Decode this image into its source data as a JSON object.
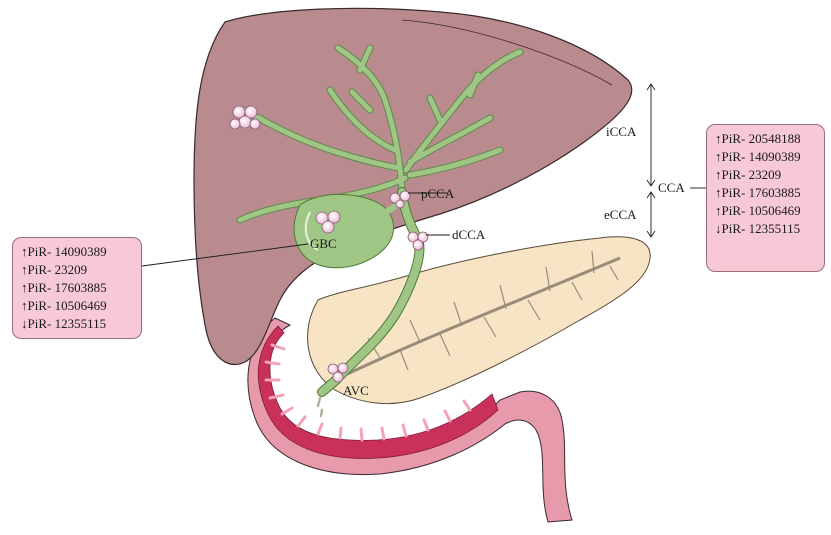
{
  "labels": {
    "icca": "iCCA",
    "cca": "CCA",
    "ecca": "eCCA",
    "pcca": "pCCA",
    "dcca": "dCCA",
    "gbc": "GBC",
    "avc": "AVC"
  },
  "left_box": {
    "rows": [
      {
        "arrow": "↑",
        "text": "PiR- 14090389"
      },
      {
        "arrow": "↑",
        "text": "PiR- 23209"
      },
      {
        "arrow": "↑",
        "text": "PiR- 17603885"
      },
      {
        "arrow": "↑",
        "text": "PiR- 10506469"
      },
      {
        "arrow": "↓",
        "text": "PiR- 12355115"
      }
    ]
  },
  "right_box": {
    "rows": [
      {
        "arrow": "↑",
        "text": "PiR- 20548188"
      },
      {
        "arrow": "↑",
        "text": "PiR- 14090389"
      },
      {
        "arrow": "↑",
        "text": "PiR- 23209"
      },
      {
        "arrow": "↑",
        "text": "PiR- 17603885"
      },
      {
        "arrow": "↑",
        "text": "PiR- 10506469"
      },
      {
        "arrow": "↓",
        "text": "PiR- 12355115"
      }
    ]
  },
  "colors": {
    "liver": "#b98a8e",
    "liver_outline": "#3a2a2c",
    "gallbladder": "#9fc685",
    "bile_duct": "#9fc685",
    "pancreas": "#f7e4c4",
    "duodenum_wall": "#e2899f",
    "duodenum_mucosa": "#c9305a",
    "tumor": "#f0c8dc",
    "box_fill": "#f7c9d6"
  }
}
